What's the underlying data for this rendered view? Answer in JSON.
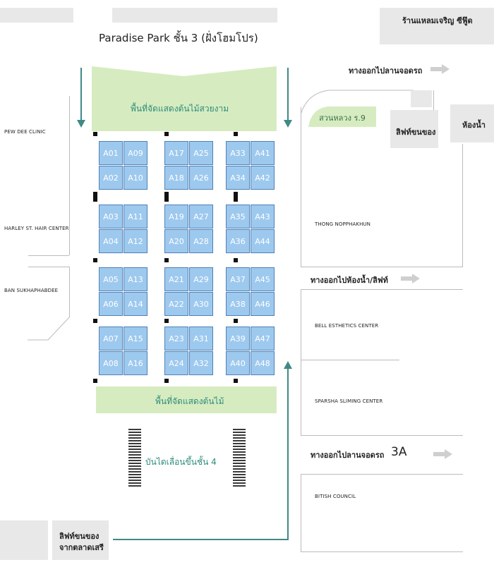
{
  "title": "Paradise Park ชั้น 3 (ฝั่งโฮมโปร)",
  "labels": {
    "top_right_shop": "ร้านแหลมเจริญ ซีฟู๊ด",
    "exit_parking_1": "ทางออกไปลานจอดรถ",
    "exit_toilet_lift": "ทางออกไปห้องน้ำ/ลิฟท์",
    "exit_parking_3a_text": "ทางออกไปลานจอดรถ",
    "exit_parking_3a_code": "3A",
    "goods_lift": "ลิฟท์ขนของ",
    "toilet": "ห้องน้ำ",
    "park_r9": "สวนหลวง ร.9",
    "garden_top": "พื้นที่จัดแสดงต้นไม้สวยงาม",
    "garden_bottom": "พื้นที่จัดแสดงต้นไม้",
    "escalator": "บันไดเลื่อนขึ้นชั้น 4",
    "bottom_lift_line1": "ลิฟท์ขนของ",
    "bottom_lift_line2": "จากตลาดเสรี"
  },
  "shops": {
    "pew_dee": "PEW DEE CLINIC",
    "harley": "HARLEY ST. HAIR CENTER",
    "ban_sukhaphabdee": "BAN SUKHAPHABDEE",
    "thong": "THONG NOPPHAKHUN",
    "bell": "BELL ESTHETICS CENTER",
    "sparsha": "SPARSHA SLIMING CENTER",
    "british": "BITISH COUNCIL"
  },
  "stalls": [
    [
      "A01",
      "A09",
      "A17",
      "A25",
      "A33",
      "A41"
    ],
    [
      "A02",
      "A10",
      "A18",
      "A26",
      "A34",
      "A42"
    ],
    [
      "A03",
      "A11",
      "A19",
      "A27",
      "A35",
      "A43"
    ],
    [
      "A04",
      "A12",
      "A20",
      "A28",
      "A36",
      "A44"
    ],
    [
      "A05",
      "A13",
      "A21",
      "A29",
      "A37",
      "A45"
    ],
    [
      "A06",
      "A14",
      "A22",
      "A30",
      "A38",
      "A46"
    ],
    [
      "A07",
      "A15",
      "A23",
      "A31",
      "A39",
      "A47"
    ],
    [
      "A08",
      "A16",
      "A24",
      "A32",
      "A40",
      "A48"
    ]
  ],
  "colors": {
    "stall_fill": "#9ec9ef",
    "stall_border": "#4f81b5",
    "garden": "#d6ecc0",
    "arrow": "#3f8a86",
    "block": "#e8e8e8"
  }
}
